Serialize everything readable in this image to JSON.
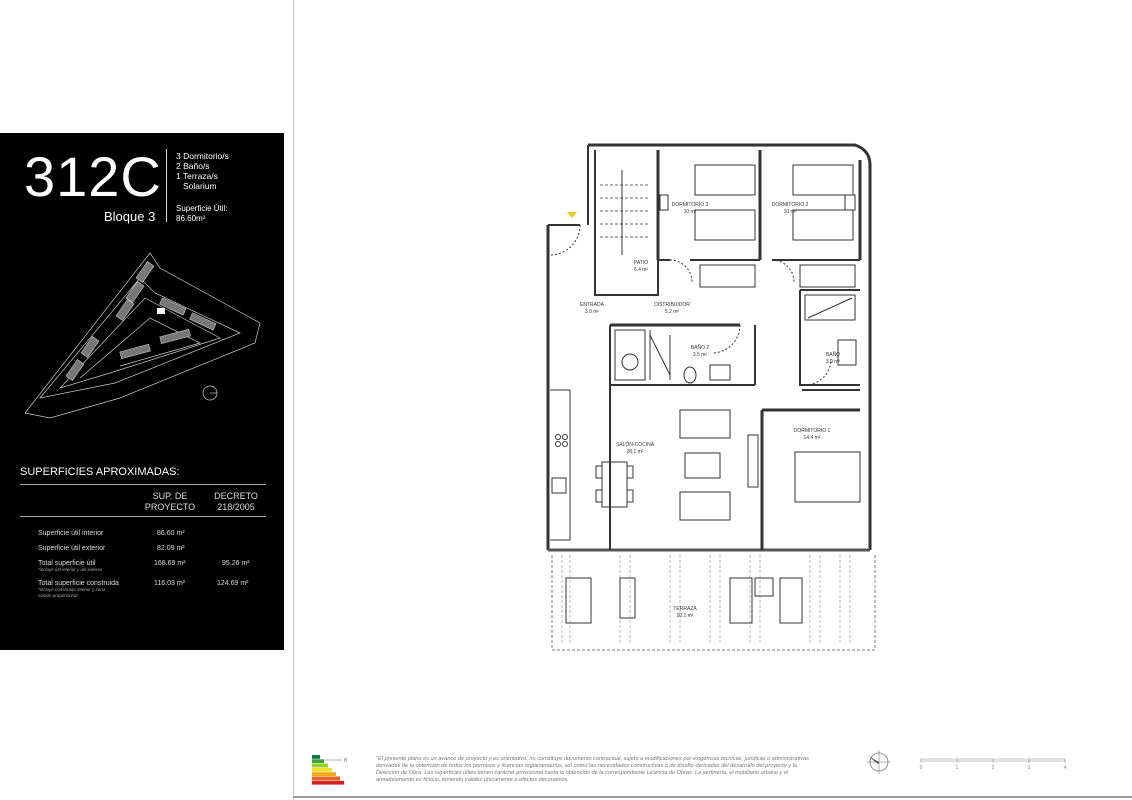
{
  "unit": {
    "code": "312C",
    "block": "Bloque 3",
    "features": [
      "3 Dormitorio/s",
      "2 Baño/s",
      "1 Terraza/s",
      "Solarium"
    ],
    "useful_area_label": "Superficie Útil:",
    "useful_area_value": "86.60m²"
  },
  "surfaces": {
    "title": "SUPERFICIES APROXIMADAS:",
    "col1": [
      "SUP. DE",
      "PROYECTO"
    ],
    "col2": [
      "DECRETO",
      "218/2005"
    ],
    "rows": [
      {
        "label": "Superficie útil interior",
        "note": "",
        "proyecto": "86.60 m²",
        "decreto": ""
      },
      {
        "label": "Superficie útil exterior",
        "note": "",
        "proyecto": "82.09 m²",
        "decreto": ""
      },
      {
        "label": "Total superficie útil",
        "note": "*incluye útil interior y útil exterior",
        "proyecto": "168.69 m²",
        "decreto": "95.26 m²"
      },
      {
        "label": "Total superficie construida",
        "note": "*incluye construida interior y zona común proporcional",
        "proyecto": "116.03 m²",
        "decreto": "124.69 m²"
      }
    ]
  },
  "rooms": [
    {
      "name": "DORMITORIO 3",
      "area": "10 m²"
    },
    {
      "name": "DORMITORIO 2",
      "area": "10 m²"
    },
    {
      "name": "PATIO",
      "area": "6.4 m²"
    },
    {
      "name": "ENTRADA",
      "area": "3.0 m²"
    },
    {
      "name": "DISTRIBUIDOR",
      "area": "5.2 m²"
    },
    {
      "name": "BAÑO 2",
      "area": "3.5 m²"
    },
    {
      "name": "BAÑO",
      "area": "3.9 m²"
    },
    {
      "name": "SALÓN-COCINA",
      "area": "28.1 m²"
    },
    {
      "name": "DORMITORIO 1",
      "area": "14.4 m²"
    },
    {
      "name": "TERRAZA",
      "area": "20.1 m²"
    }
  ],
  "energy_rating": "B",
  "energy_colors": [
    "#0a7a3a",
    "#3aa63a",
    "#9ccc2a",
    "#f0e02a",
    "#f2a81e",
    "#e8641e",
    "#d42020"
  ],
  "disclaimer": "\"El presente plano es un avance de proyecto y es orientativo, no constituye documento contractual, sujeto a modificaciones por exigencias técnicas, jurídicas o administrativas derivadas de la obtención de todos los permisos y licencias reglamentarios, así como las necesidades constructivas o de diseño derivadas del desarrollo del proyecto y la Dirección de Obra. Las superficies útiles tienen carácter provisional hasta la obtención de la correspondiente Licencia de Obras. La jardinería, el mobiliario urbano y el amueblamiento es ficticio, teniendo validez únicamente a efectos decorativos.",
  "scale_ticks": [
    "0",
    "1",
    "2",
    "3",
    "4"
  ]
}
